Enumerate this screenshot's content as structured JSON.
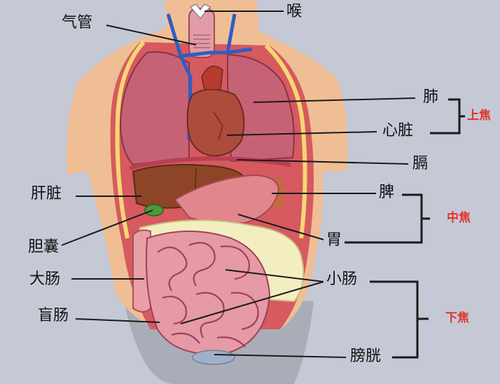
{
  "labels": {
    "trachea": "气管",
    "larynx": "喉",
    "lung": "肺",
    "heart": "心脏",
    "diaphragm": "膈",
    "liver": "肝脏",
    "spleen": "脾",
    "gallbladder": "胆囊",
    "stomach": "胃",
    "large_intestine": "大肠",
    "small_intestine": "小肠",
    "cecum": "盲肠",
    "bladder": "膀胱"
  },
  "groups": {
    "upper": "上焦",
    "middle": "中焦",
    "lower": "下焦"
  },
  "colors": {
    "background": "#c5c9d6",
    "skin": "#f0be94",
    "lung": "#c66276",
    "heart": "#ad4c3c",
    "liver": "#8e4426",
    "stomach": "#e2868d",
    "intestine": "#e59aa6",
    "fat": "#f3eec0",
    "vein": "#2e5ec2",
    "group_text": "#e0342a"
  }
}
